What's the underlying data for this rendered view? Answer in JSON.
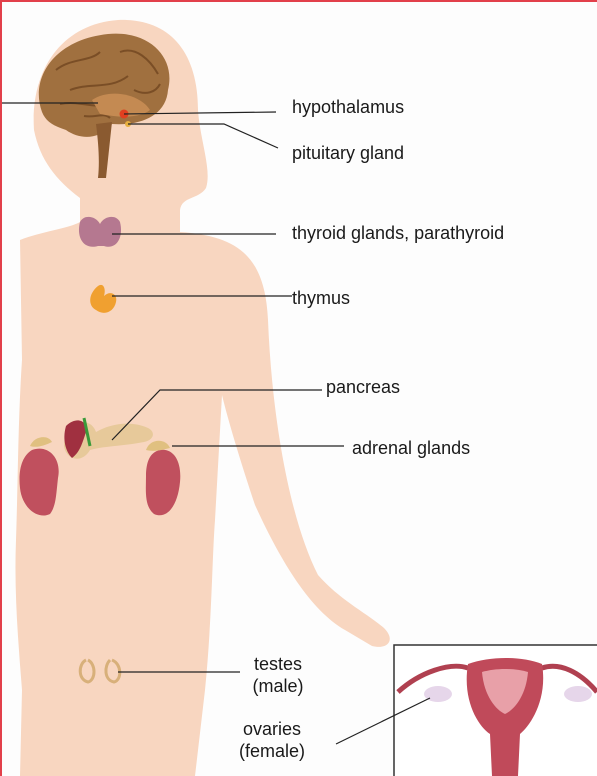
{
  "labels": {
    "hypothalamus": "hypothalamus",
    "pituitary": "pituitary gland",
    "thyroid": "thyroid glands, parathyroid",
    "thymus": "thymus",
    "pancreas": "pancreas",
    "adrenal": "adrenal glands",
    "testes_line1": "testes",
    "testes_line2": "(male)",
    "ovaries_line1": "ovaries",
    "ovaries_line2": "(female)"
  },
  "colors": {
    "skin": "#f8d6c0",
    "brain": "#a0703f",
    "thyroid": "#b57890",
    "thymus": "#f0a030",
    "kidney": "#c0505e",
    "frame": "#e2404a"
  }
}
